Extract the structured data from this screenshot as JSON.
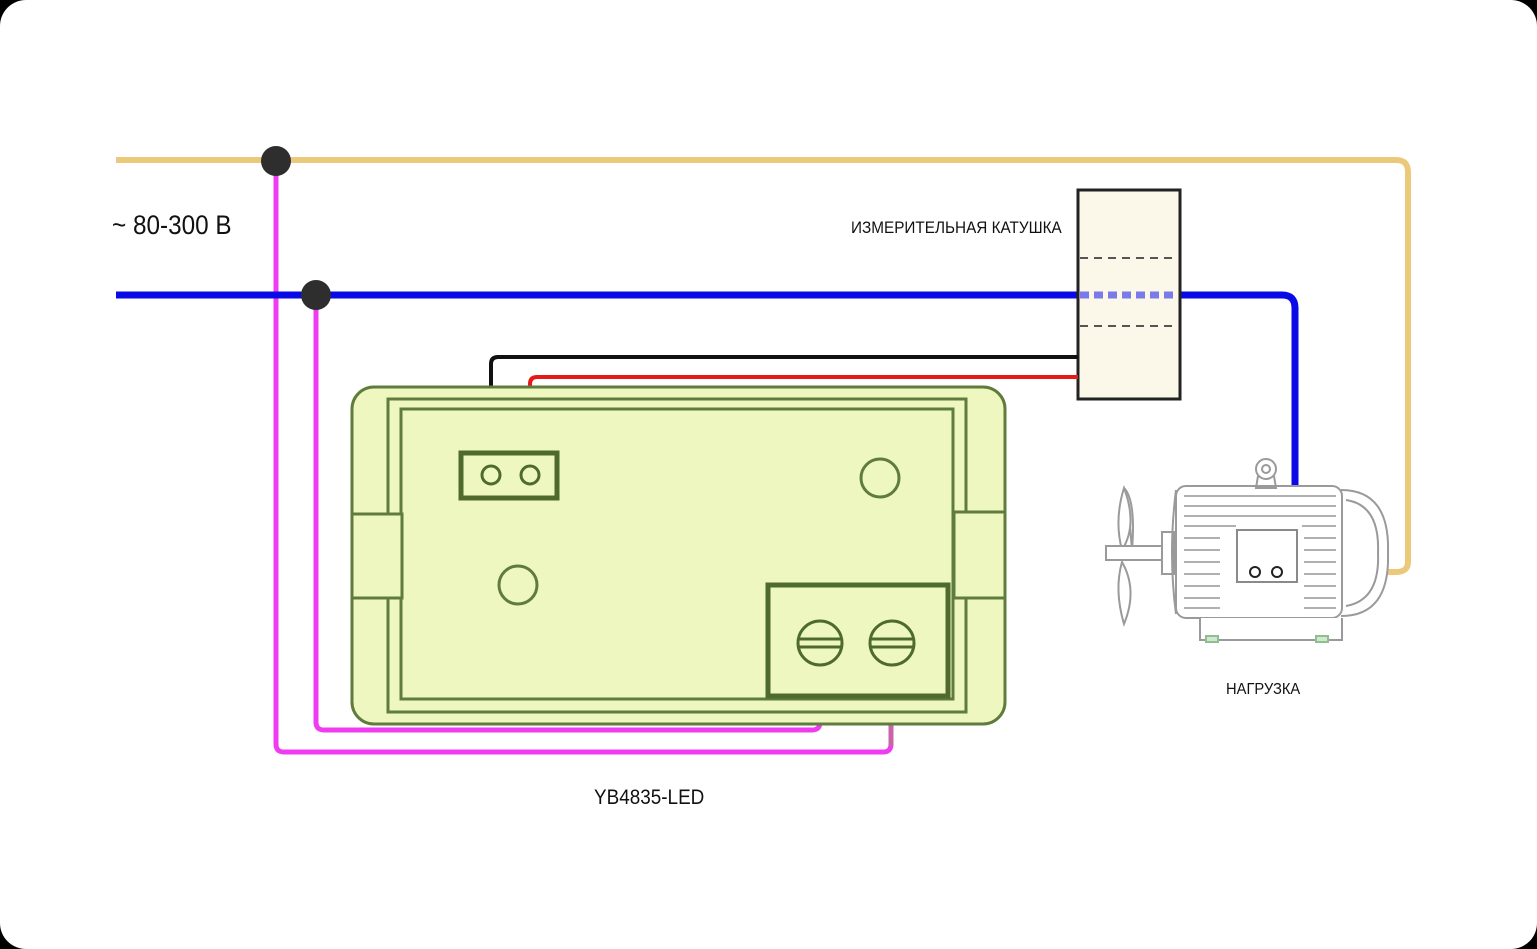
{
  "supply": {
    "label": "~ 80-300 В"
  },
  "coil": {
    "label": "ИЗМЕРИТЕЛЬНАЯ КАТУШКА"
  },
  "load": {
    "label": "НАГРУЗКА"
  },
  "meter": {
    "label": "YB4835-LED"
  },
  "colors": {
    "phase_wire": "#ecc97a",
    "neutral_wire": "#0a0ae6",
    "meter_supply_wire": "#f03cf0",
    "coil_black_wire": "#111111",
    "coil_red_wire": "#e61919",
    "meter_body": "#eef7bf",
    "meter_outline": "#4e6b2d",
    "coil_body": "#fbf8e9"
  },
  "icons": [
    "junction-dot",
    "motor-icon",
    "fan-icon",
    "screw-terminal-icon"
  ]
}
